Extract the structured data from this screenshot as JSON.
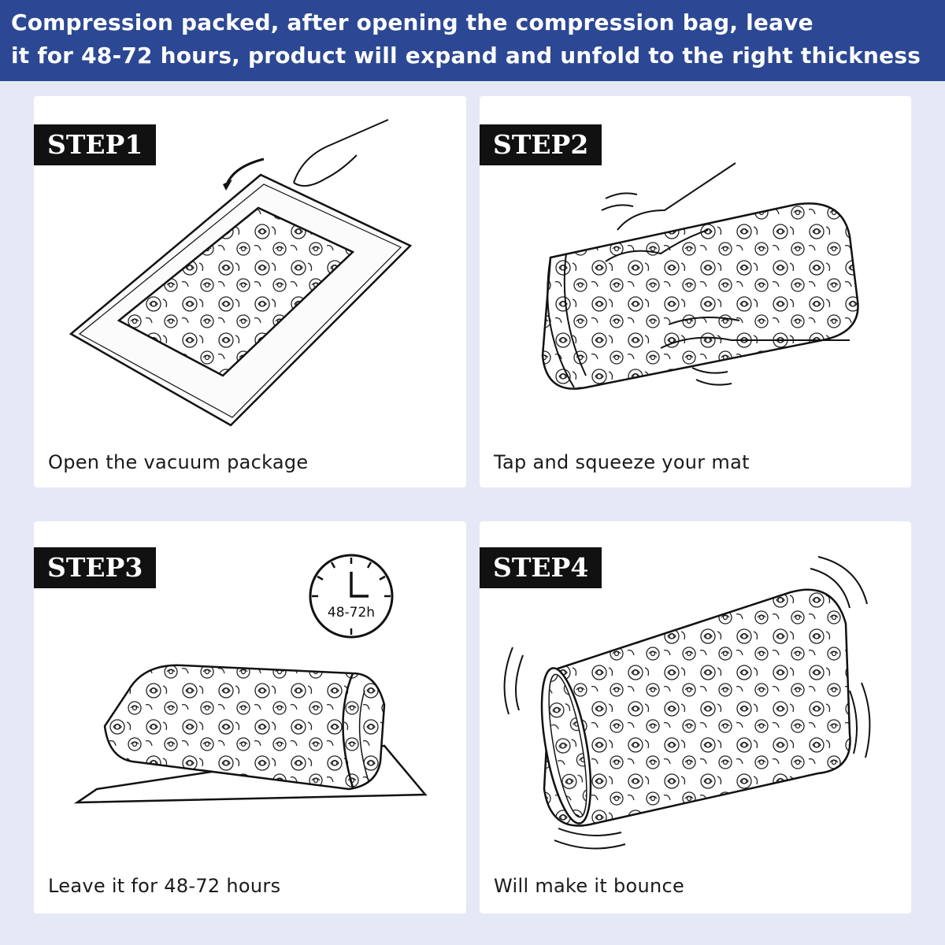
{
  "header": {
    "line1": "Compression packed, after opening the compression bag, leave",
    "line2": "it for 48-72 hours, product will expand and unfold to the right thickness"
  },
  "steps": [
    {
      "label": "STEP1",
      "caption": "Open the vacuum package"
    },
    {
      "label": "STEP2",
      "caption": "Tap and squeeze your mat"
    },
    {
      "label": "STEP3",
      "caption": "Leave it for 48-72 hours",
      "clock_label": "48-72h"
    },
    {
      "label": "STEP4",
      "caption": "Will make it bounce"
    }
  ],
  "colors": {
    "banner": "#2c4894",
    "background": "#e4e9f5",
    "card": "#ffffff",
    "tag": "#111111"
  }
}
